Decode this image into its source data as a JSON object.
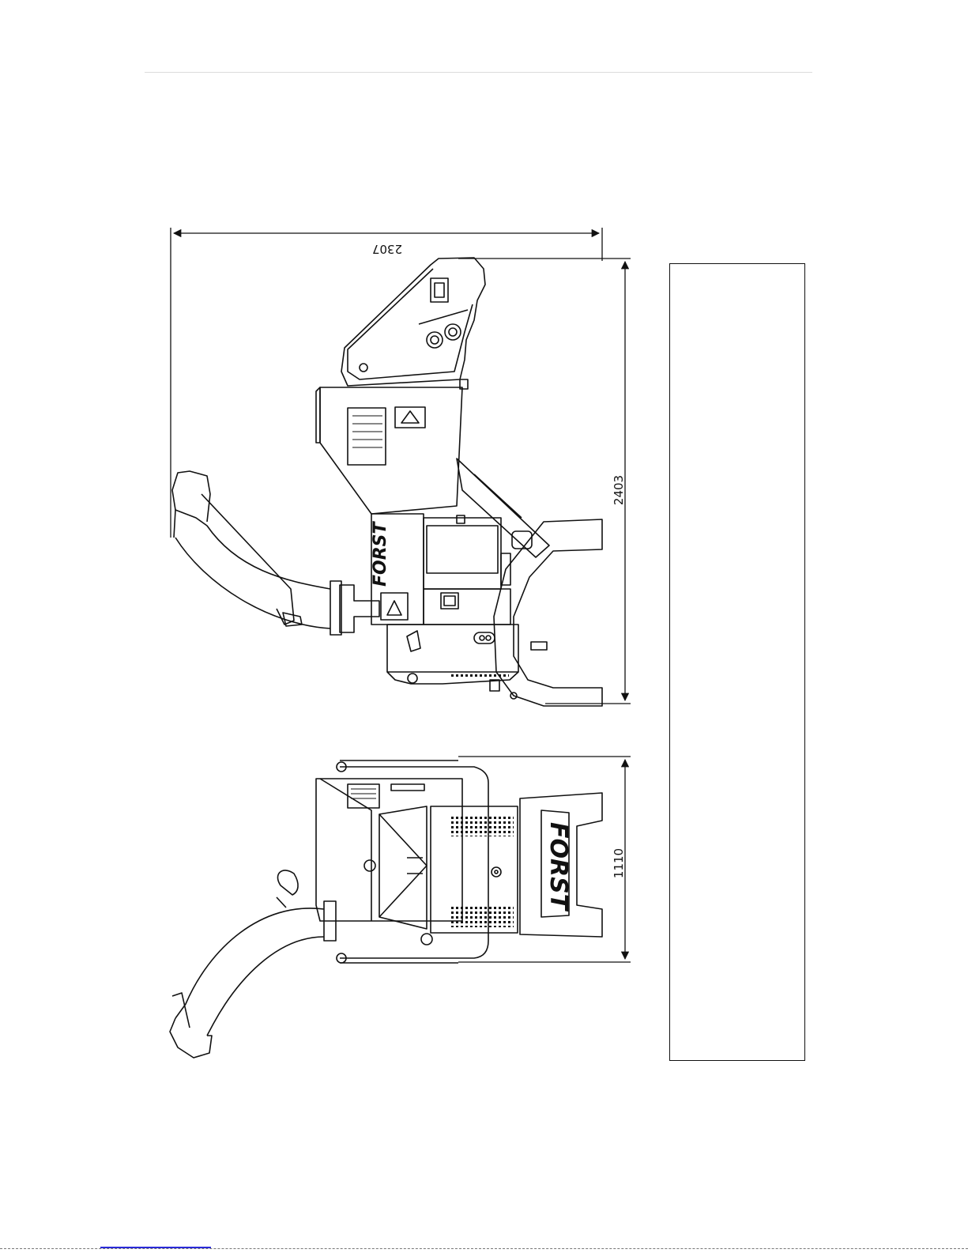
{
  "page": {
    "header_rule": true,
    "footer_rule": true
  },
  "dimensions": {
    "width_side": "2307",
    "height_side": "2403",
    "width_front": "1110"
  },
  "logos": {
    "brand": "FORST",
    "brand_mark": "FORST"
  },
  "caption_box": {
    "text": ""
  },
  "colors": {
    "line": "#111111",
    "header_rule": "#dcdcdc",
    "footer_link": "#2a2ad8"
  }
}
